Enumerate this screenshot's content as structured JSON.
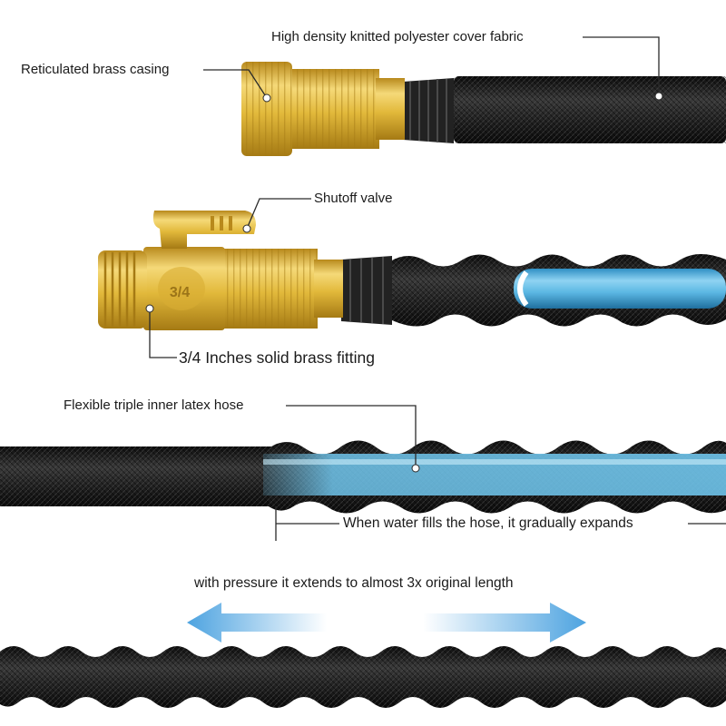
{
  "labels": {
    "cover_fabric": "High density knitted polyester cover fabric",
    "brass_casing": "Reticulated brass casing",
    "shutoff_valve": "Shutoff valve",
    "brass_fitting": "3/4 Inches solid brass fitting",
    "inner_latex": "Flexible triple inner latex hose",
    "expands": "When water fills the hose, it gradually expands",
    "extends": "with pressure it extends to almost 3x original length"
  },
  "fitting_marking": "3/4",
  "colors": {
    "brass": "#e2b93b",
    "brass_dark": "#b8891c",
    "brass_light": "#f5d978",
    "hose_black": "#1c1c1c",
    "latex_blue": "#58b6e2",
    "arrow_blue": "#5aaee6"
  },
  "icons": [
    "double-arrow-icon"
  ]
}
